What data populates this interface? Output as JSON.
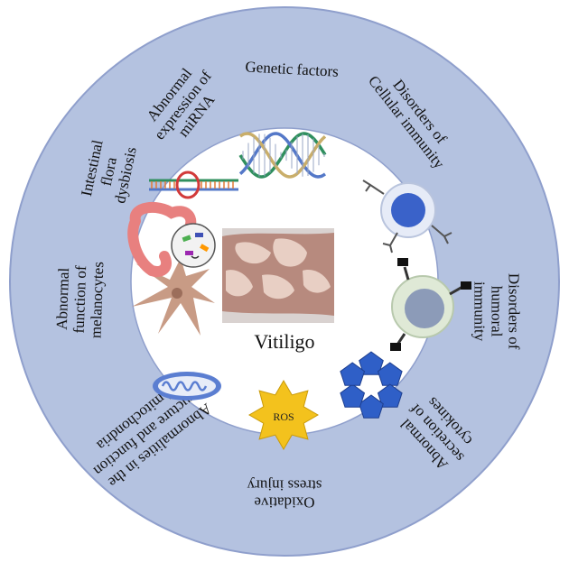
{
  "center": {
    "label": "Vitiligo"
  },
  "ros_label": "ROS",
  "colors": {
    "ring": "#b4c2e0",
    "ring_edge": "#8f9fcc",
    "inner": "#ffffff",
    "divider": "#6f7fb0",
    "skin": "#b78a7e",
    "skin_patch": "#e8cfc4",
    "helix_green": "#2f8f5e",
    "helix_blue": "#5478c8",
    "helix_tan": "#c9ae6a",
    "cell_blue": "#3a62c9",
    "cell_gray": "#8c9bb8",
    "mito": "#5b7ed1",
    "pentagon": "#2f5fc7",
    "ros_star": "#f3c21d",
    "gut": "#e8807f",
    "melanocyte": "#c89b85"
  },
  "factors": [
    {
      "id": "genetic",
      "lines": [
        "Genetic factors"
      ]
    },
    {
      "id": "cellular",
      "lines": [
        "Disorders of",
        "Cellular immunity"
      ]
    },
    {
      "id": "humoral",
      "lines": [
        "Disorders of",
        "humoral",
        "immunity"
      ]
    },
    {
      "id": "cytokines",
      "lines": [
        "Abnormal",
        "secretion of",
        "cytokines"
      ]
    },
    {
      "id": "oxidative",
      "lines": [
        "Oxidative",
        "stress injury"
      ]
    },
    {
      "id": "mitochondria",
      "lines": [
        "Abnormalities in the",
        "structure and function",
        "of mitochondria"
      ]
    },
    {
      "id": "melanocytes",
      "lines": [
        "Abnormal",
        "function of",
        "melanocytes"
      ]
    },
    {
      "id": "flora",
      "lines": [
        "Intestinal",
        "flora",
        "dysbiosis"
      ]
    },
    {
      "id": "mirna",
      "lines": [
        "Abnormal",
        "expression of",
        "miRNA"
      ]
    }
  ]
}
